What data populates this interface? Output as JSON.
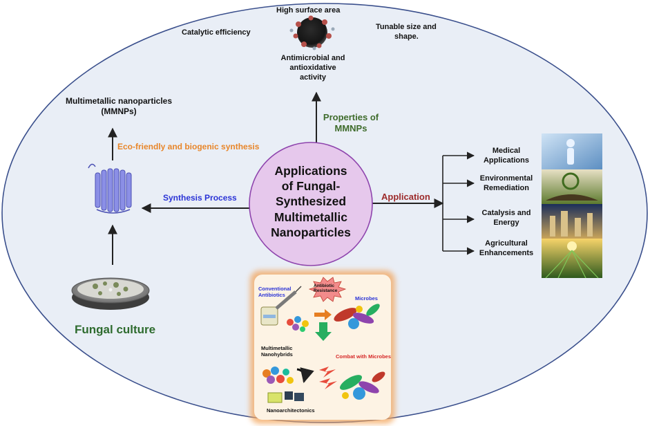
{
  "center": {
    "lines": [
      "Applications",
      "of Fungal-",
      "Synthesized",
      "Multimetallic",
      "Nanoparticles"
    ]
  },
  "properties": {
    "high_surface_area": "High surface area",
    "catalytic_efficiency": "Catalytic efficiency",
    "tunable": [
      "Tunable size and",
      "shape."
    ],
    "antimicrobial": [
      "Antimicrobial and",
      "antioxidative",
      "activity"
    ],
    "branch_label": [
      "Properties of",
      "MMNPs"
    ]
  },
  "synthesis": {
    "mmnp_label": [
      "Multimetallic nanoparticles",
      "(MMNPs)"
    ],
    "eco_label": "Eco-friendly and biogenic synthesis",
    "process_label": "Synthesis Process",
    "fungal_culture": "Fungal culture"
  },
  "application": {
    "branch_label": "Application",
    "items": [
      [
        "Medical",
        "Applications"
      ],
      [
        "Environmental",
        "Remediation"
      ],
      [
        "Catalysis and",
        "Energy"
      ],
      [
        "Agricultural",
        "Enhancements"
      ]
    ]
  },
  "inset": {
    "conventional": [
      "Conventional",
      "Antibiotics"
    ],
    "antibiotic_resistance": [
      "Antibiotic",
      "Resistance"
    ],
    "microbes": "Microbes",
    "nanohybrids": [
      "Multimetallic",
      "Nanohybrids"
    ],
    "combat": "Combat with Microbes",
    "nanoarchitectonics": "Nanoarchitectonics"
  },
  "colors": {
    "ellipse_fill": "#e9eef6",
    "ellipse_stroke": "#3a4f8c",
    "center_fill": "#e6c8ec",
    "center_stroke": "#8e44ad",
    "eco_orange": "#e8862a",
    "process_blue": "#2a33d6",
    "properties_green": "#3e6b2b",
    "application_red": "#9c2a2a",
    "fungal_green": "#2e6b2e",
    "inset_glow": "#f3a55c",
    "inset_fill": "#fdf3e4"
  }
}
